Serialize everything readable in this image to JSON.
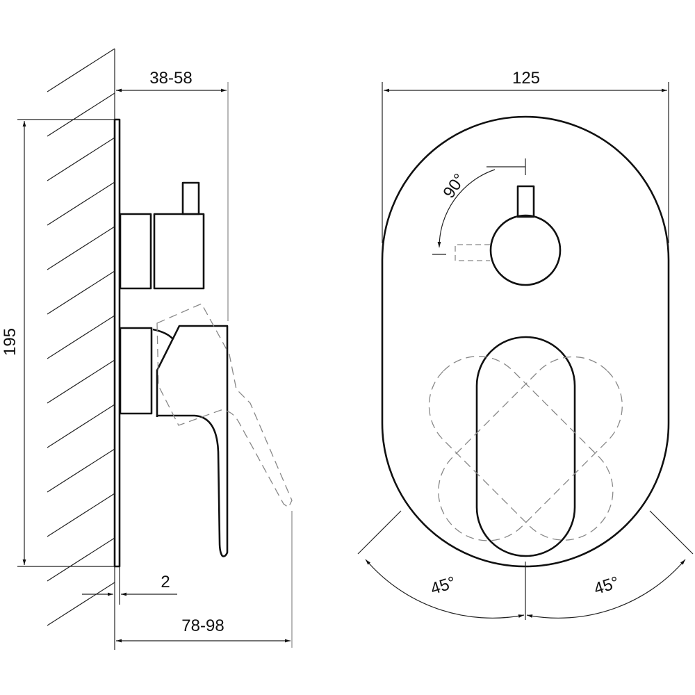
{
  "title": "Concealed shower mixer with diverter – dimension drawing",
  "side_view": {
    "height_label": "195",
    "projection_label": "38-58",
    "plate_thickness_label": "2",
    "total_depth_label": "78-98"
  },
  "front_view": {
    "width_label": "125",
    "diverter_rotation_label": "90°",
    "lever_left_angle_label": "45°",
    "lever_right_angle_label": "45°"
  },
  "colors": {
    "line": "#111111",
    "hidden_line": "#888888"
  }
}
